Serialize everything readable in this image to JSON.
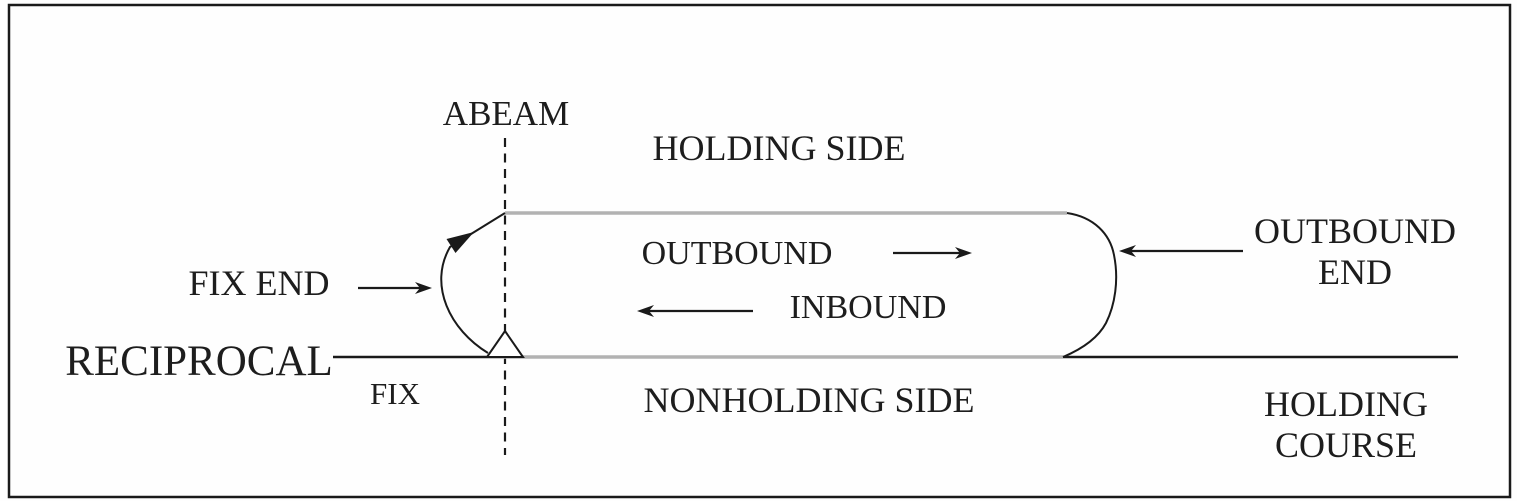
{
  "diagram": {
    "type": "aviation-holding-pattern",
    "labels": {
      "abeam": "ABEAM",
      "holding_side": "HOLDING SIDE",
      "outbound": "OUTBOUND",
      "inbound": "INBOUND",
      "fix_end": "FIX END",
      "outbound_end_line1": "OUTBOUND",
      "outbound_end_line2": "END",
      "reciprocal": "RECIPROCAL",
      "fix": "FIX",
      "nonholding_side": "NONHOLDING SIDE",
      "holding_course_line1": "HOLDING",
      "holding_course_line2": "COURSE"
    },
    "colors": {
      "ink": "#1a1a1a",
      "text": "#1d1d1d",
      "racetrack_leg_gray": "#b2b2b2",
      "background": "#fefefe",
      "fix_triangle_fill": "#ffffff"
    },
    "icons": {
      "fix_end_arrow": "right-arrow",
      "outbound_arrow": "right-arrow",
      "inbound_arrow": "left-arrow",
      "outbound_end_arrow": "left-arrow",
      "turn_direction_arrowhead": "up-right-arrowhead",
      "fix_symbol": "triangle"
    }
  }
}
